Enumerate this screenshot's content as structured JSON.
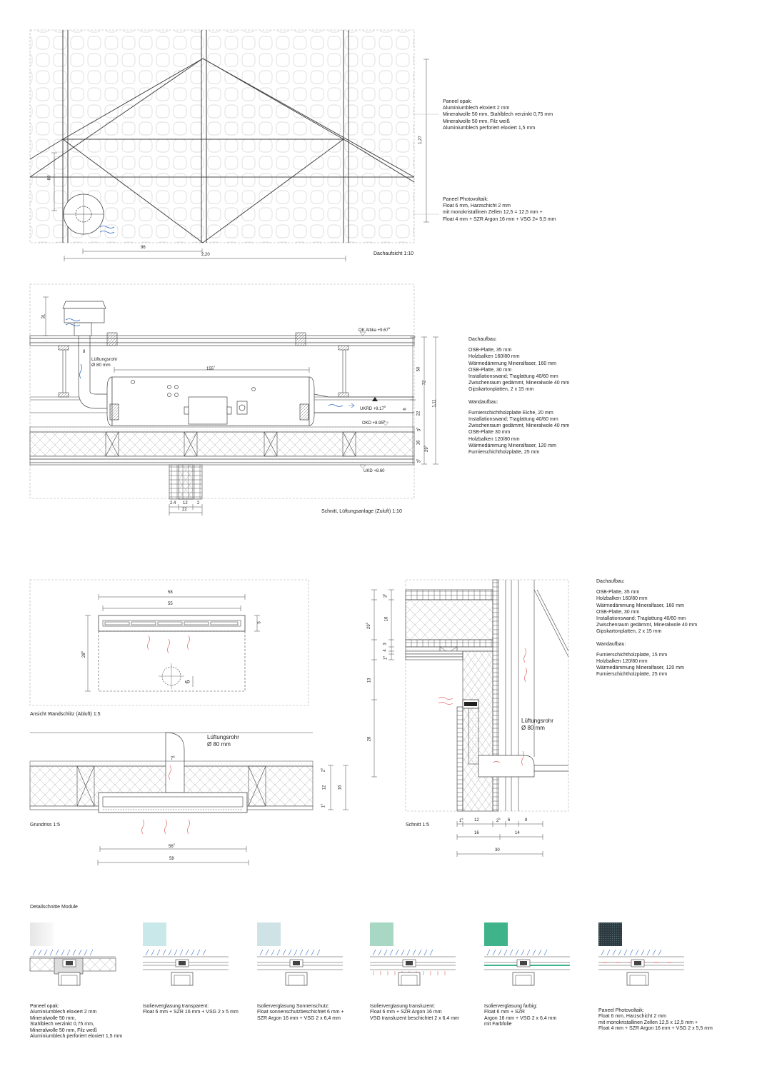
{
  "roof_plan": {
    "caption": "Dachaufsicht 1:10",
    "dims": {
      "d96": "96",
      "d220": "2,20",
      "d127": "1,27",
      "d60": "60"
    },
    "panel_opak": {
      "title": "Paneel opak:",
      "lines": [
        "Aluminiumblech eloxiert 2 mm",
        "Mineralwolle 50 mm, Stahlblech verzinkt 0,75 mm",
        "Mineralwolle 50 mm, Filz weiß",
        "Aluminiumblech perforiert eloxiert 1,5 mm"
      ]
    },
    "panel_pv": {
      "title": "Paneel Photovoltaik:",
      "lines": [
        "Float 6 mm, Harzschicht 2 mm",
        "mit monokristallinen Zellen 12,5 = 12,5 mm +",
        "Float 4 mm + SZR Argon 16 mm + VSG 2= 5,5 mm"
      ]
    }
  },
  "section": {
    "caption": "Schnitt, Lüftungsanlage (Zuluft) 1:10",
    "labels": {
      "ok_attika": "OK Attika  +9.67",
      "ok_attika_sup": "5",
      "ukrd": "UKRD  +9.17",
      "ukrd_sup": "5",
      "okd": "OKD  +8.95",
      "okd_sup": "5",
      "ukd": "UKD  +8.60",
      "luftungsrohr": "Lüftungsrohr",
      "rohr_dia": "Ø 80 mm"
    },
    "dims": {
      "d31": "31",
      "d8": "8",
      "d155": "155",
      "d155_sup": "7",
      "d50": "50",
      "d72": "72",
      "d111": "1,11",
      "d6": "6",
      "d22": "22",
      "d35": "3",
      "d35_sup": "5",
      "d16": "16",
      "d29": "29",
      "d29_sup": "5",
      "d35b": "3",
      "d35b_sup": "5",
      "b24": "2.4",
      "b12": "12",
      "b2": "2",
      "b22": "22"
    },
    "dachaufbau": {
      "title": "Dachaufbau:",
      "lines": [
        "OSB-Platte, 35 mm",
        "Holzbalken 160/80 mm",
        "Wärmedämmung Mineralfaser, 160 mm",
        "OSB-Platte, 30 mm",
        "Installationswand; Traglattung 40/60 mm",
        "Zwischenraum gedämmt, Mineralwole 40 mm",
        "Gipskartonplatten, 2 x 15 mm"
      ]
    },
    "wandaufbau": {
      "title": "Wandaufbau:",
      "lines": [
        "Furnierschichtholzplatte Eiche, 20 mm",
        "Installationswand; Traglattung 40/60 mm",
        "Zwischenraum gedämmt, Mineralwole 40 mm",
        "OSB-Platte 30 mm",
        "Holzbalken 120/80 mm",
        "Wärmedämmung Mineralfaser, 120 mm",
        "Furnierschichtholzplatte, 25 mm"
      ]
    }
  },
  "wall_view": {
    "caption": "Ansicht Wandschlitz (Abluft) 1:5",
    "dims": {
      "d58": "58",
      "d55": "55",
      "d5": "5",
      "d28": "28",
      "d28_sup": "5",
      "d6": "6"
    }
  },
  "floor_plan": {
    "caption": "Grundriss 1:5",
    "luftungsrohr": "Lüftungsrohr",
    "rohr_dia": "Ø 80 mm",
    "dims": {
      "d7": "7",
      "d7_sup": "8",
      "d56": "56",
      "d56_sup": "2",
      "d58": "58",
      "d2": "2",
      "d2_sup": "5",
      "d12": "12",
      "d16": "16",
      "d1": "1",
      "d1_sup": "5"
    }
  },
  "detail_section": {
    "caption": "Schnitt 1:5",
    "luftungsrohr": "Lüftungsrohr",
    "rohr_dia": "Ø 80 mm",
    "dims": {
      "v3": "3",
      "v3_sup": "5",
      "v29": "29",
      "v29_sup": "5",
      "v16": "16",
      "v3b": "3",
      "v4": "4",
      "v1": "1",
      "v1_sup": "5",
      "v13": "13",
      "v28": "28",
      "h1": "1",
      "h1_sup": "5",
      "h12": "12",
      "h2": "2",
      "h2_sup": "5",
      "h6": "6",
      "h8": "8",
      "h16": "16",
      "h14": "14",
      "h30": "30"
    },
    "dachaufbau": {
      "title": "Dachaufbau:",
      "lines": [
        "OSB-Platte, 35 mm",
        "Holzbalken 160/80 mm",
        "Wärmedämmung Mineralfaser, 160 mm",
        "OSB-Platte, 30 mm",
        "Installationswand; Traglattung 40/60 mm",
        "Zwischenraum gedämmt, Mineralwole 40 mm",
        "Gipskartonplatten, 2 x 15 mm"
      ]
    },
    "wandaufbau": {
      "title": "Wandaufbau:",
      "lines": [
        "Furnierschichtholzplatte, 15 mm",
        "Holzbalken 120/80 mm",
        "Wärmedämmung Mineralfaser, 120 mm",
        "Furnierschichtholzplatte, 25 mm"
      ]
    }
  },
  "modules": {
    "title": "Detailschnitte Module",
    "items": [
      {
        "color": "#f0f0f0",
        "lines": [
          "Paneel opak:",
          "Aluminiumblech eloxiert 2 mm",
          "Mineralwolle 50 mm,",
          "Stahlblech verzinkt 0,75 mm,",
          "Mineralwolle 50 mm, Filz weiß",
          "Aluminiumblech perforiert eloxiert 1,5 mm"
        ]
      },
      {
        "color": "#c9e8ea",
        "lines": [
          "Isolierverglasung transparent:",
          "Float 6 mm + SZR 16 mm + VSG 2 x 5 mm"
        ]
      },
      {
        "color": "#cfe2e5",
        "lines": [
          "Isolierverglasung Sonnenschutz:",
          "Float sonnenschutzbeschichtet 6 mm +",
          "SZR Argon 16 mm + VSG 2 x 6,4 mm"
        ]
      },
      {
        "color": "#a8d8c4",
        "lines": [
          "Isolierverglasung transluzent:",
          "Float 6 mm + SZR Argon 16 mm",
          "VSG transluzent beschichtet 2 x 6,4 mm"
        ]
      },
      {
        "color": "#3fb48a",
        "lines": [
          "Isolierverglasung farbig:",
          "Float 6 mm + SZR",
          "Argon 16 mm + VSG 2 x 6,4 mm",
          "mit Farbfolie"
        ]
      },
      {
        "color": "#2c3a40",
        "lines": [
          "Paneel Photovoltaik:",
          "Float 6 mm, Harzschicht 2 mm",
          "mit monokristallinen Zellen 12,5 x 12,5 mm +",
          "Float 4 mm + SZR Argon 16 mm + VSG 2 x 5,5 mm"
        ]
      }
    ]
  }
}
